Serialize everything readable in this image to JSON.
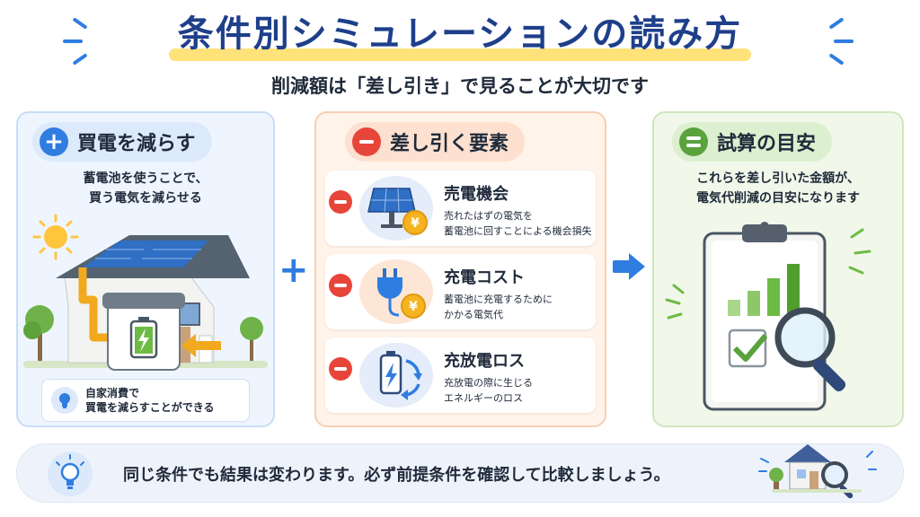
{
  "title": "条件別シミュレーションの読み方",
  "subtitle": "削減額は「差し引き」で見ることが大切です",
  "left": {
    "heading": "買電を減らす",
    "symbol": "+",
    "desc_line1": "蓄電池を使うことで、",
    "desc_line2": "買う電気を減らせる",
    "note_line1": "自家消費で",
    "note_line2": "買電を減らすことができる"
  },
  "middle": {
    "heading": "差し引く要素",
    "items": [
      {
        "title": "売電機会",
        "desc_line1": "売れたはずの電気を",
        "desc_line2": "蓄電池に回すことによる機会損失",
        "coin": "¥"
      },
      {
        "title": "充電コスト",
        "desc_line1": "蓄電池に充電するために",
        "desc_line2": "かかる電気代",
        "coin": "¥"
      },
      {
        "title": "充放電ロス",
        "desc_line1": "充放電の際に生じる",
        "desc_line2": "エネルギーのロス"
      }
    ]
  },
  "right": {
    "heading": "試算の目安",
    "symbol": "=",
    "desc_line1": "これらを差し引いた金額が、",
    "desc_line2": "電気代削減の目安になります"
  },
  "operators": {
    "plus": "+"
  },
  "bottom": {
    "text_before": "同じ条件でも結果は変わります。必ず",
    "highlight": "前提条件を確認",
    "text_after": "して比較しましょう。"
  },
  "colors": {
    "title": "#1e3f8a",
    "highlight": "#ffe27a",
    "blue": "#2f7de1",
    "red": "#e8453a",
    "green": "#5aa23c"
  }
}
